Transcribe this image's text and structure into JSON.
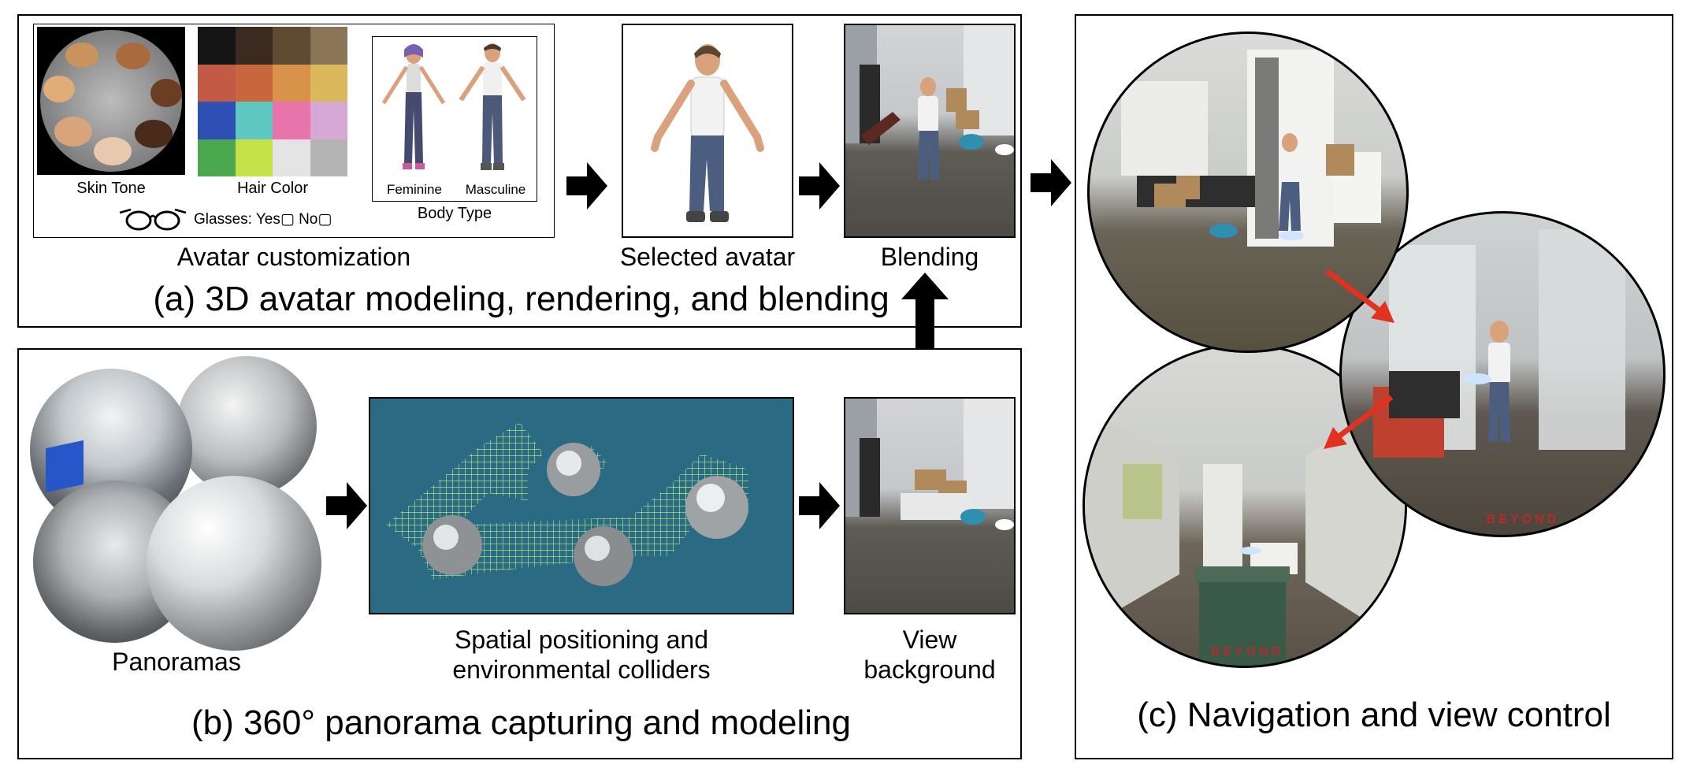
{
  "panel_a": {
    "title": "(a) 3D avatar modeling, rendering, and blending",
    "customization_caption": "Avatar customization",
    "skin_tone_label": "Skin Tone",
    "hair_color_label": "Hair Color",
    "body_type_label": "Body Type",
    "feminine_label": "Feminine",
    "masculine_label": "Masculine",
    "glasses_label": "Glasses: Yes▢ No▢",
    "selected_caption": "Selected avatar",
    "blending_caption": "Blending",
    "skin_tones": [
      "#c9935f",
      "#a96a3d",
      "#e0ac78",
      "#6b3d22",
      "#d8a47c",
      "#e9c9ae",
      "#4a2a1a"
    ],
    "hair_colors": [
      "#151515",
      "#3b2a20",
      "#5e4b32",
      "#8a7656",
      "#c25a45",
      "#c8663e",
      "#d8924a",
      "#dcb85c",
      "#2e4fb3",
      "#5ec7c2",
      "#e874ac",
      "#d6a8d6",
      "#4aa84e",
      "#c6e04a",
      "#e4e4e4",
      "#b4b4b4"
    ]
  },
  "panel_b": {
    "title": "(b) 360° panorama capturing and modeling",
    "panoramas_caption": "Panoramas",
    "spatial_caption_line1": "Spatial positioning and",
    "spatial_caption_line2": "environmental colliders",
    "view_caption_line1": "View",
    "view_caption_line2": "background"
  },
  "panel_c": {
    "title": "(c) Navigation and view control",
    "watermark_left": "BEYOND",
    "watermark_right": "BEYOND",
    "arrow_color": "#e0321e"
  }
}
